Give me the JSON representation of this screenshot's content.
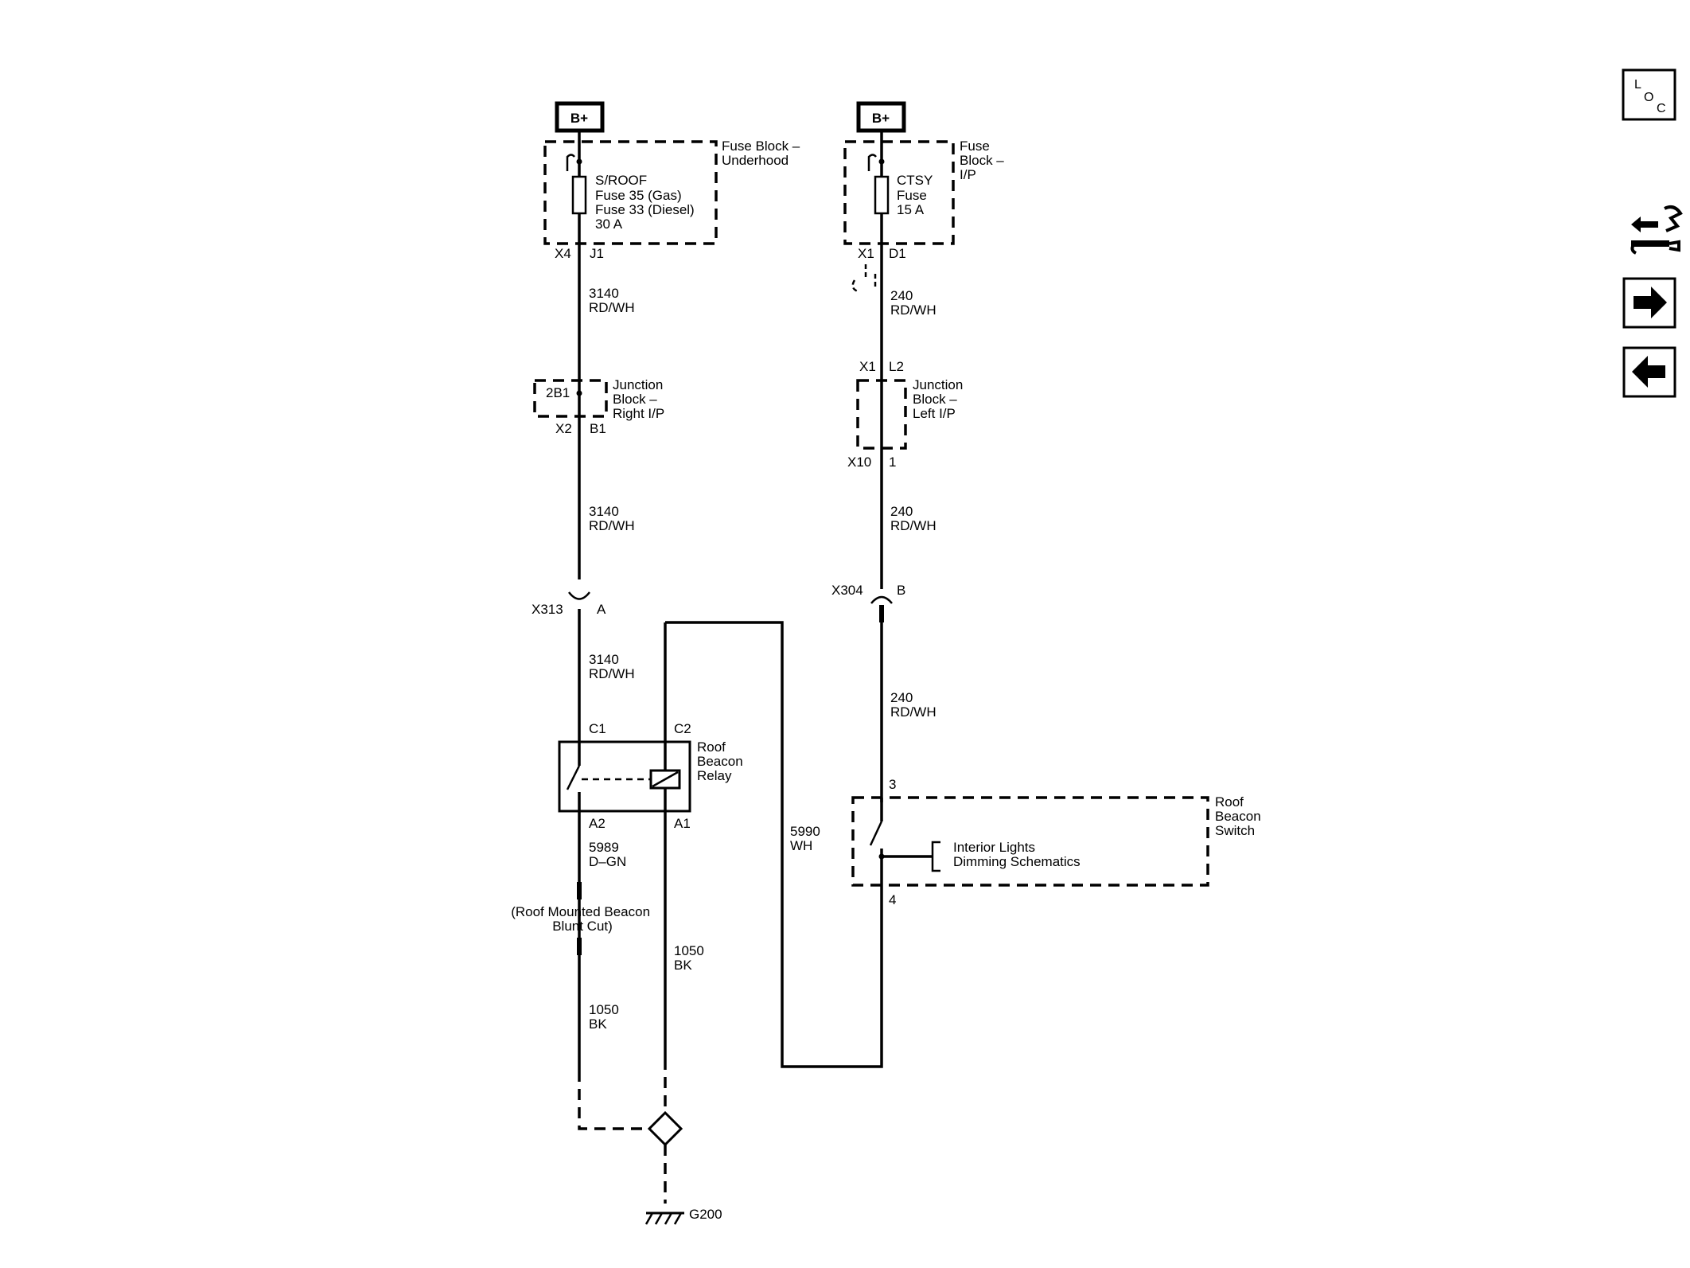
{
  "colors": {
    "ink": "#000000",
    "background": "#ffffff"
  },
  "icons": {
    "loc": "loc-icon",
    "connector_list": "connector-list-icon",
    "next": "right-arrow-icon",
    "prev": "left-arrow-icon"
  },
  "nav": {
    "loc_l": "L",
    "loc_o": "O",
    "loc_c": "C"
  },
  "power": {
    "left_label": "B+",
    "right_label": "B+"
  },
  "fuse_block_underhood": {
    "name": [
      "Fuse Block –",
      "Underhood"
    ],
    "fuse": [
      "S/ROOF",
      "Fuse 35 (Gas)",
      "Fuse 33 (Diesel)",
      "30 A"
    ],
    "connector": "X4",
    "pin": "J1"
  },
  "fuse_block_ip": {
    "name": [
      "Fuse",
      "Block –",
      "I/P"
    ],
    "fuse": [
      "CTSY",
      "Fuse",
      "15 A"
    ],
    "connector": "X1",
    "pin": "D1"
  },
  "wires": {
    "w3140_a": [
      "3140",
      "RD/WH"
    ],
    "w3140_b": [
      "3140",
      "RD/WH"
    ],
    "w3140_c": [
      "3140",
      "RD/WH"
    ],
    "w240_a": [
      "240",
      "RD/WH"
    ],
    "w240_b": [
      "240",
      "RD/WH"
    ],
    "w240_c": [
      "240",
      "RD/WH"
    ],
    "w5989": [
      "5989",
      "D–GN"
    ],
    "w1050_a": [
      "1050",
      "BK"
    ],
    "w1050_b": [
      "1050",
      "BK"
    ],
    "w5990": [
      "5990",
      "WH"
    ]
  },
  "junction_right": {
    "name": [
      "Junction",
      "Block –",
      "Right I/P"
    ],
    "inner_pin": "2B1",
    "connector": "X2",
    "pin": "B1"
  },
  "junction_left": {
    "name": [
      "Junction",
      "Block –",
      "Left I/P"
    ],
    "top_connector": "X1",
    "top_pin": "L2",
    "bottom_connector": "X10",
    "bottom_pin": "1"
  },
  "inline_x313": {
    "connector": "X313",
    "pin": "A"
  },
  "inline_x304": {
    "connector": "X304",
    "pin": "B"
  },
  "relay": {
    "name": [
      "Roof",
      "Beacon",
      "Relay"
    ],
    "pins": {
      "c1": "C1",
      "c2": "C2",
      "a2": "A2",
      "a1": "A1"
    }
  },
  "blunt_cut": [
    "(Roof Mounted Beacon",
    "Blunt Cut)"
  ],
  "switch": {
    "name": [
      "Roof",
      "Beacon",
      "Switch"
    ],
    "pin_top": "3",
    "pin_bottom": "4",
    "dimming_ref": [
      "Interior Lights",
      "Dimming Schematics"
    ]
  },
  "ground": {
    "label": "G200"
  }
}
